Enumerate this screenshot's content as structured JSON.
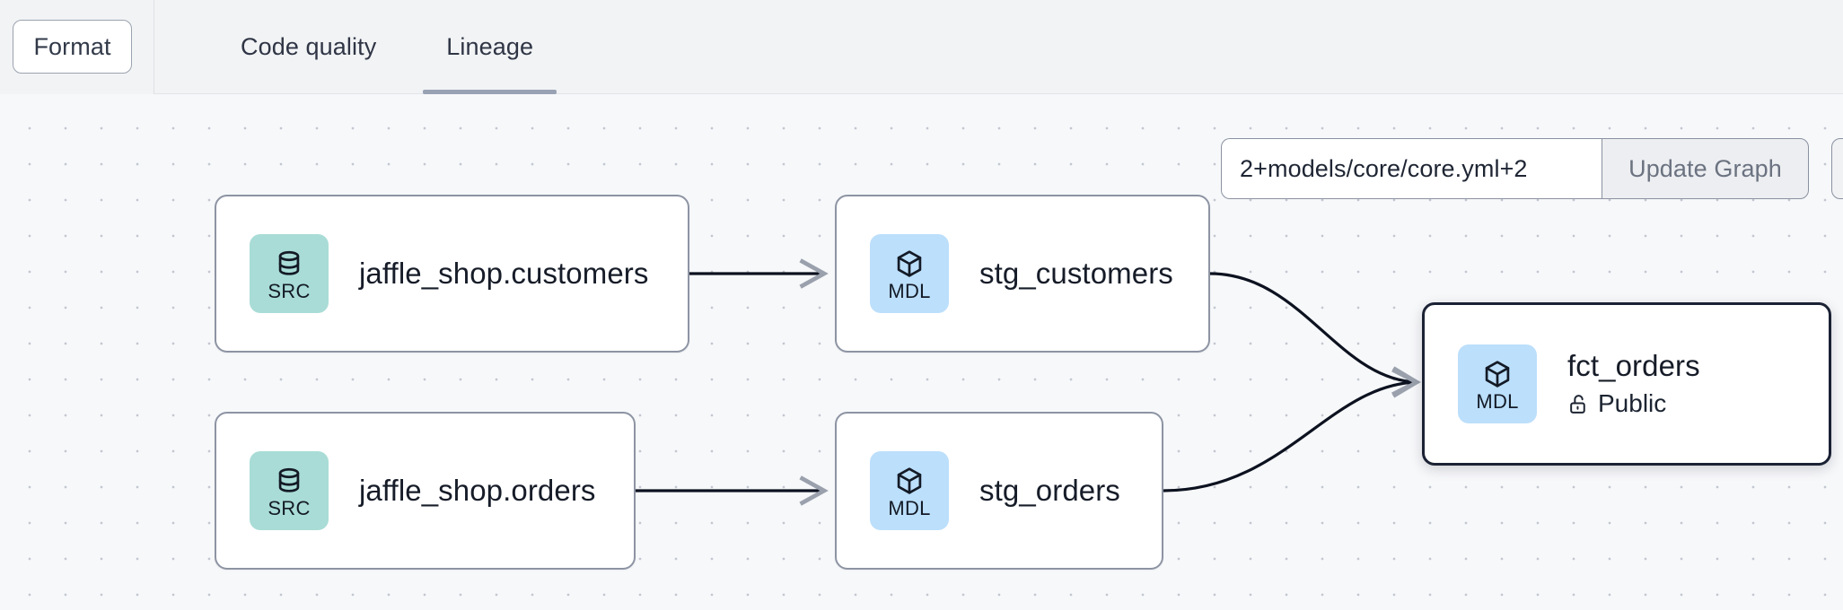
{
  "toolbar": {
    "format_label": "Format",
    "tabs": [
      {
        "label": "Code quality",
        "active": false
      },
      {
        "label": "Lineage",
        "active": true
      }
    ]
  },
  "graph_controls": {
    "selector_value": "2+models/core/core.yml+2",
    "selector_placeholder": "2+models/core/core.yml+2",
    "update_button_label": "Update Graph"
  },
  "lineage": {
    "nodes": [
      {
        "id": "jaffle_shop_customers",
        "badge_label": "SRC",
        "badge_icon": "database-icon",
        "title": "jaffle_shop.customers",
        "subtitle": null,
        "selected": false
      },
      {
        "id": "stg_customers",
        "badge_label": "MDL",
        "badge_icon": "cube-icon",
        "title": "stg_customers",
        "subtitle": null,
        "selected": false
      },
      {
        "id": "jaffle_shop_orders",
        "badge_label": "SRC",
        "badge_icon": "database-icon",
        "title": "jaffle_shop.orders",
        "subtitle": null,
        "selected": false
      },
      {
        "id": "stg_orders",
        "badge_label": "MDL",
        "badge_icon": "cube-icon",
        "title": "stg_orders",
        "subtitle": null,
        "selected": false
      },
      {
        "id": "fct_orders",
        "badge_label": "MDL",
        "badge_icon": "cube-icon",
        "title": "fct_orders",
        "subtitle": "Public",
        "subtitle_icon": "unlock-icon",
        "selected": true
      }
    ],
    "edges": [
      {
        "from": "jaffle_shop_customers",
        "to": "stg_customers"
      },
      {
        "from": "jaffle_shop_orders",
        "to": "stg_orders"
      },
      {
        "from": "stg_customers",
        "to": "fct_orders"
      },
      {
        "from": "stg_orders",
        "to": "fct_orders"
      }
    ]
  },
  "colors": {
    "src_badge": "#a9dcd6",
    "mdl_badge": "#bcdffb",
    "active_tab_underline": "#98a2b3",
    "canvas_background": "#f7f8fa",
    "toolbar_background": "#f2f3f5",
    "edge_stroke": "#0d1220",
    "selected_node_border": "#1b2234"
  }
}
